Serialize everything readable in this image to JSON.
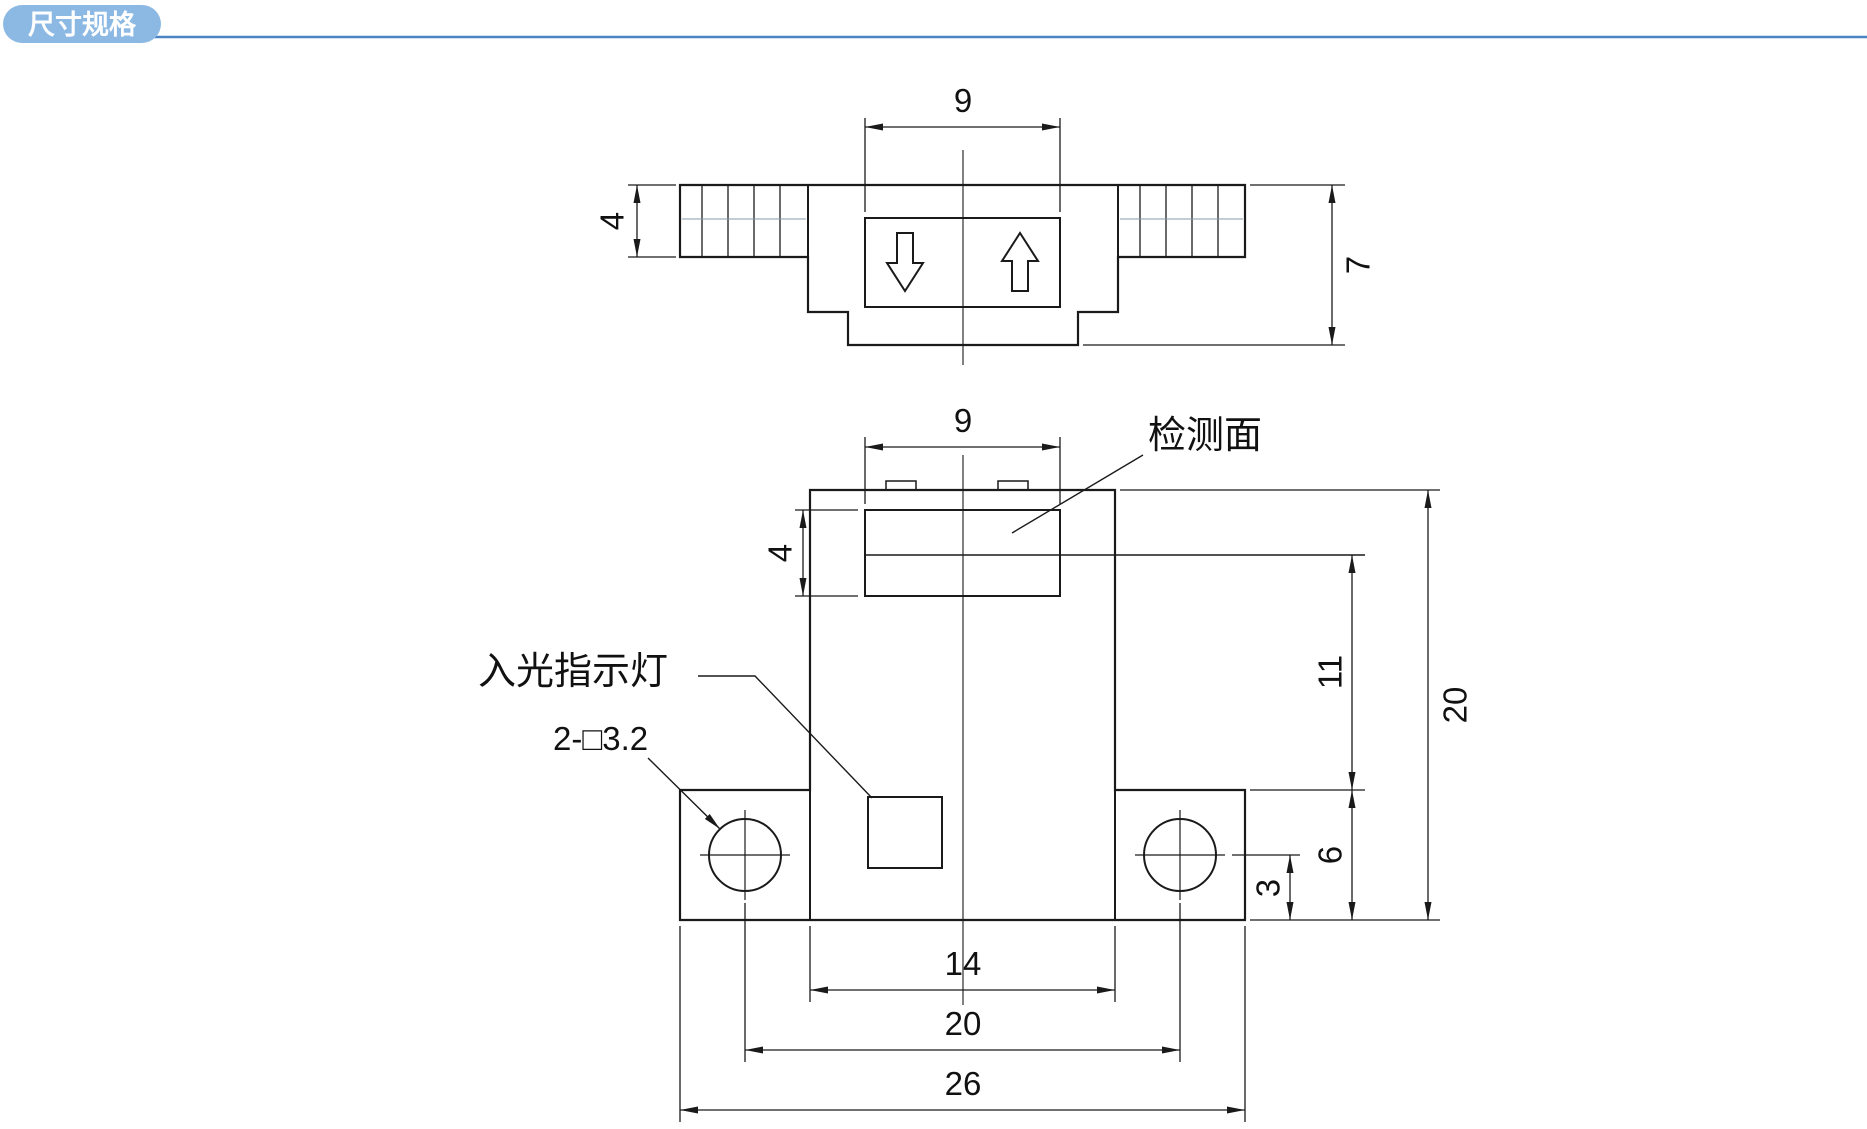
{
  "header": {
    "badge": "尺寸规格"
  },
  "colors": {
    "badge_bg": "#8cb9e4",
    "rule_line": "#4a84c4",
    "drawing_line": "#1a1a1a",
    "groove_line": "#8a9aa8"
  },
  "top_view": {
    "dims": {
      "width": "9",
      "tab_height": "4",
      "total_height": "7"
    }
  },
  "front_view": {
    "dims": {
      "top_width": "9",
      "window_height": "4",
      "upper_height": "11",
      "total_height": "20",
      "flange_height": "6",
      "hole_bottom_offset": "3",
      "body_width": "14",
      "hole_spacing": "20",
      "total_width": "26"
    },
    "labels": {
      "detection_face": "检测面",
      "light_indicator": "入光指示灯",
      "mounting_holes": "2-□3.2"
    }
  }
}
